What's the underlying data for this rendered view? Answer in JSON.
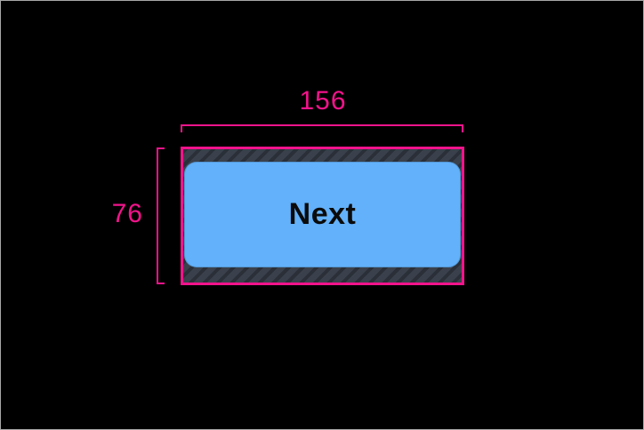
{
  "annotation": {
    "width_label": "156",
    "height_label": "76"
  },
  "button": {
    "label": "Next"
  },
  "colors": {
    "background": "#000000",
    "frame_border": "#A8A8A8",
    "dimension_pink": "#F2138B",
    "padding_hatch_base": "#3A414C",
    "padding_hatch_stripe": "#2A2F38",
    "button_fill": "#62B1FA",
    "button_text": "#0B0B0B"
  }
}
